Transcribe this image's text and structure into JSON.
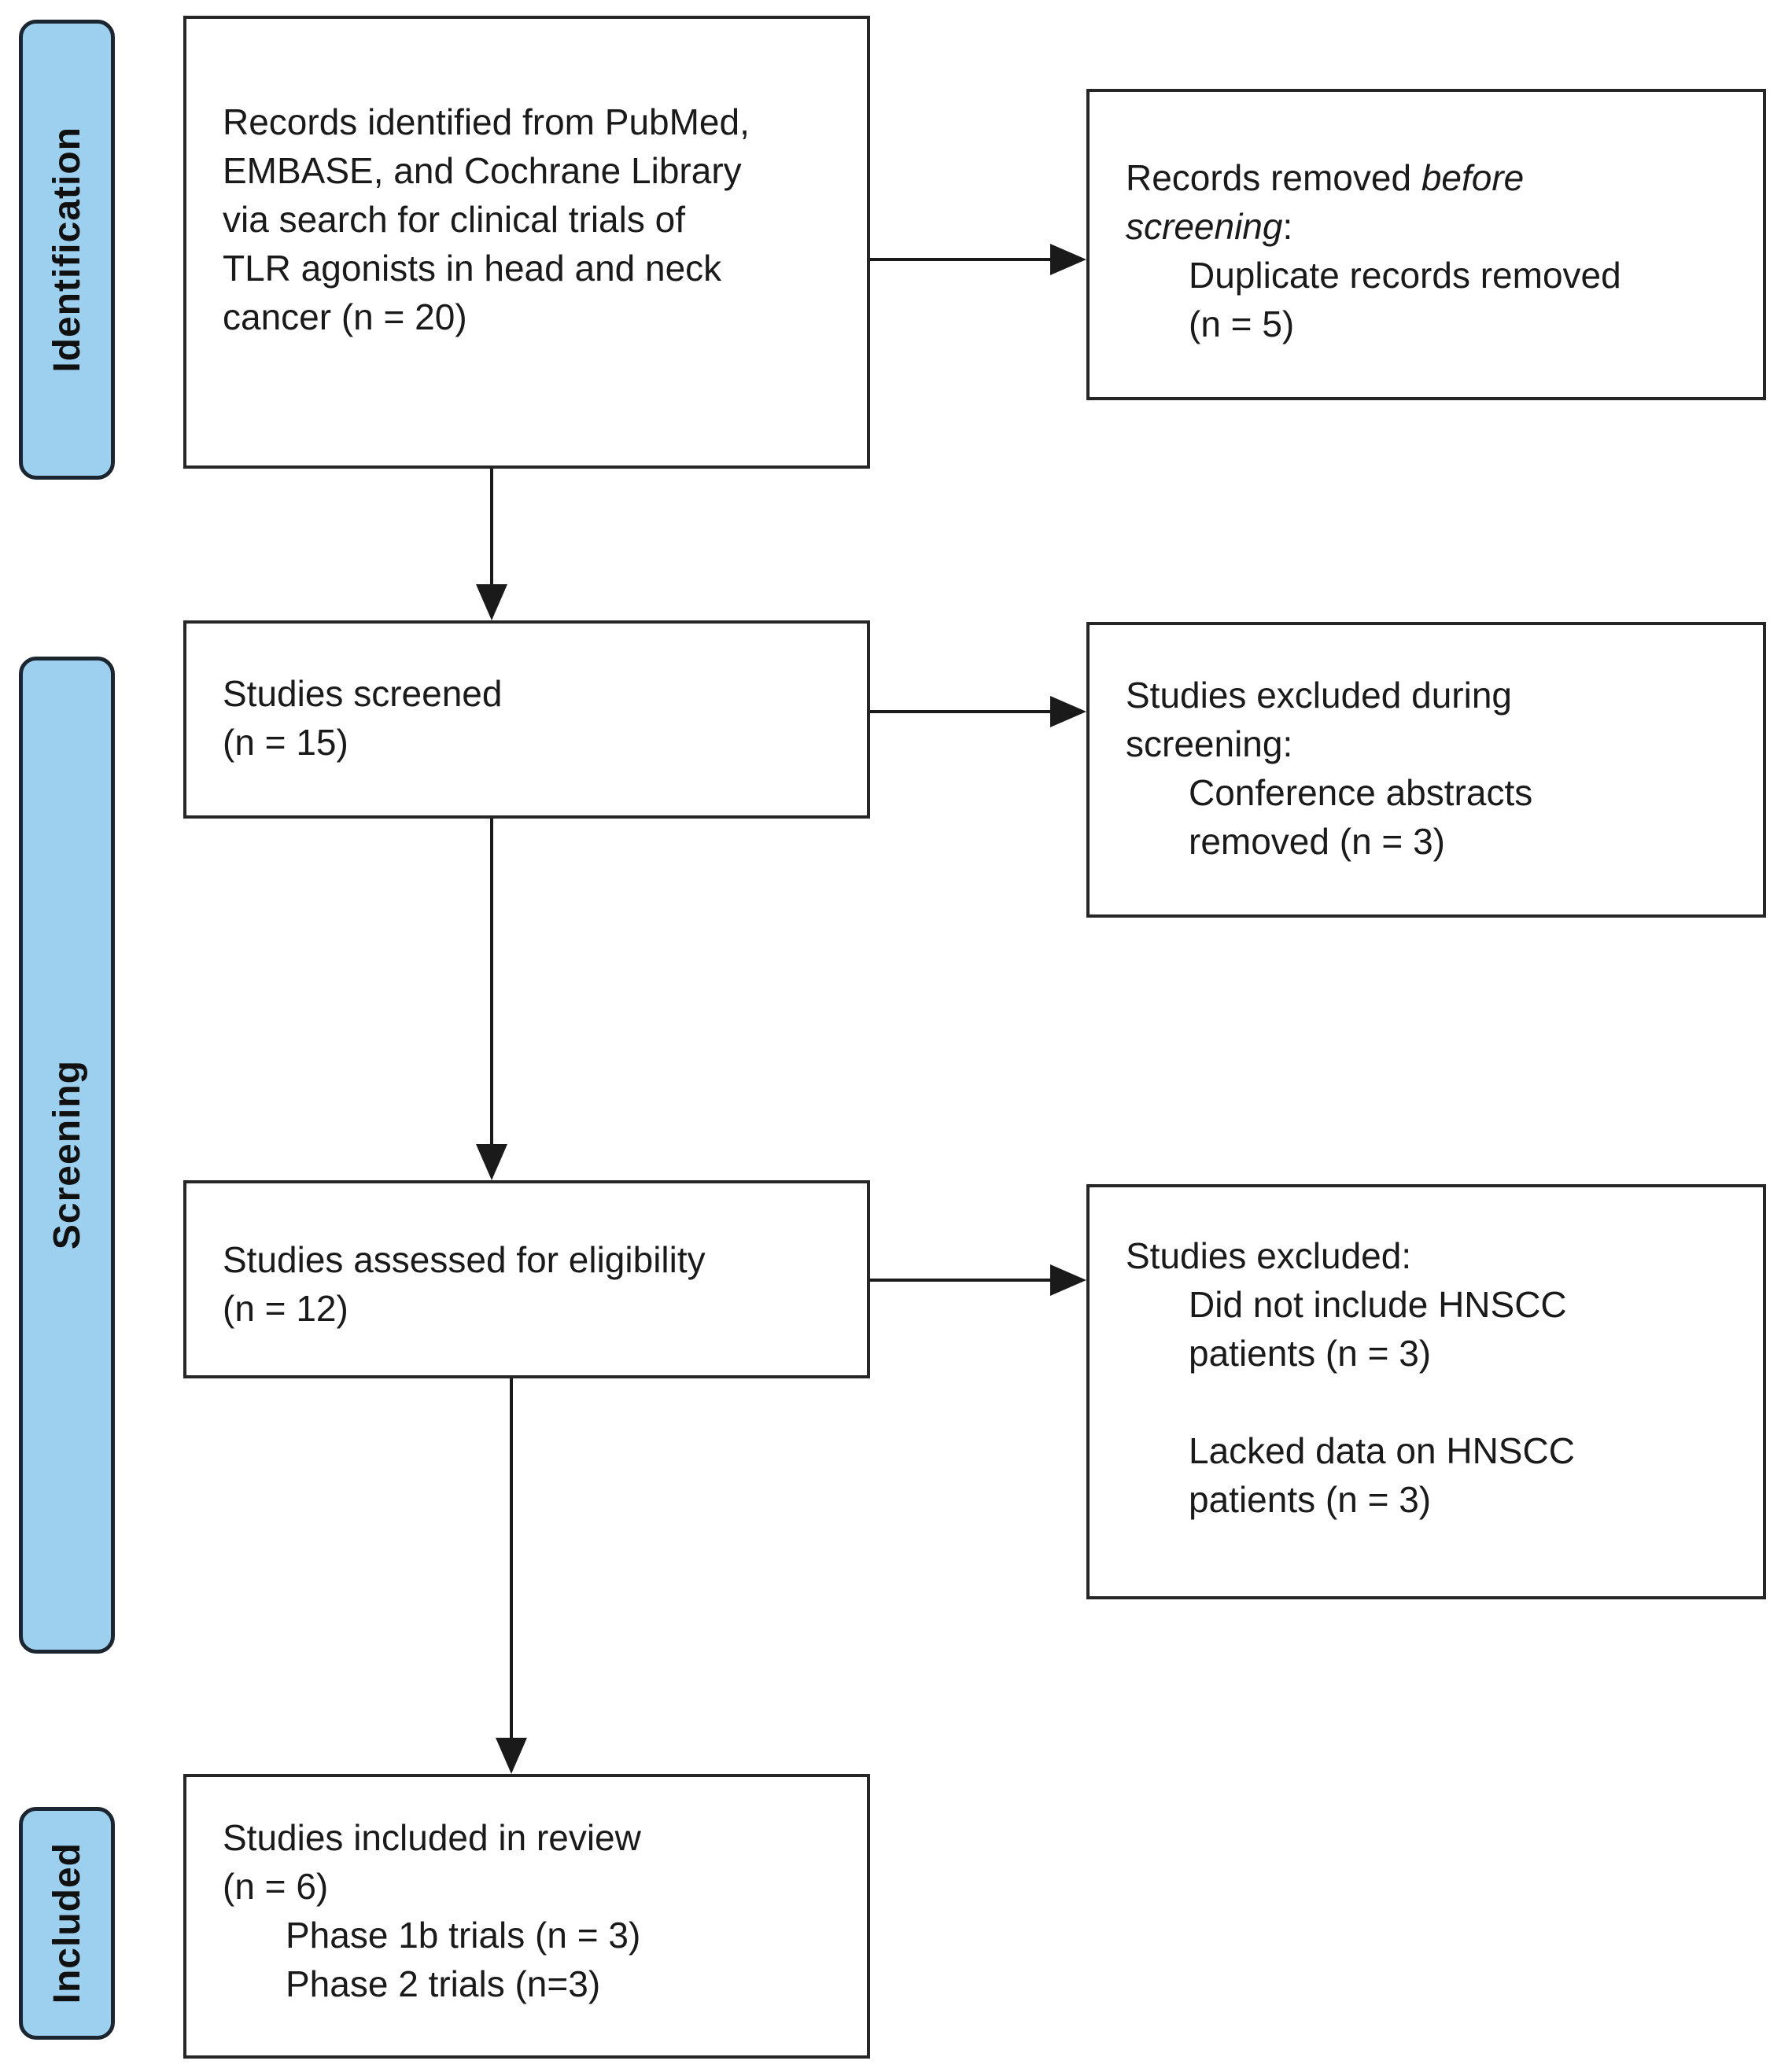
{
  "stages": [
    {
      "label": "Identification"
    },
    {
      "label": "Screening"
    },
    {
      "label": "Included"
    }
  ],
  "boxes": {
    "identified": {
      "lines": [
        "Records identified from PubMed,",
        "EMBASE, and Cochrane Library",
        "via search for clinical trials of",
        "TLR agonists in head and neck",
        "cancer (n = 20)"
      ]
    },
    "removed_before": {
      "line1_normal": "Records removed ",
      "line1_italic": "before",
      "line2_italic": "screening",
      "line2_normal": ":",
      "items": [
        "Duplicate records removed",
        "(n = 5)"
      ]
    },
    "screened": {
      "lines": [
        "Studies screened",
        "(n = 15)"
      ]
    },
    "excluded_screening": {
      "head": [
        "Studies excluded during",
        "screening:"
      ],
      "items": [
        "Conference abstracts",
        "removed (n = 3)"
      ]
    },
    "assessed": {
      "lines": [
        "Studies assessed for eligibility",
        "(n = 12)"
      ]
    },
    "excluded_eligibility": {
      "head": "Studies excluded:",
      "items": [
        "Did not include HNSCC",
        "patients (n = 3)",
        "",
        "Lacked data on HNSCC",
        "patients (n = 3)"
      ]
    },
    "included": {
      "head": [
        "Studies included in review",
        "(n = 6)"
      ],
      "items": [
        "Phase 1b trials (n = 3)",
        "Phase 2 trials (n=3)"
      ]
    }
  },
  "colors": {
    "stage_fill": "#9DCFEE",
    "stage_border": "#1C2630",
    "box_border": "#262626",
    "arrow": "#1A1A1A",
    "text": "#1A1A1A"
  }
}
